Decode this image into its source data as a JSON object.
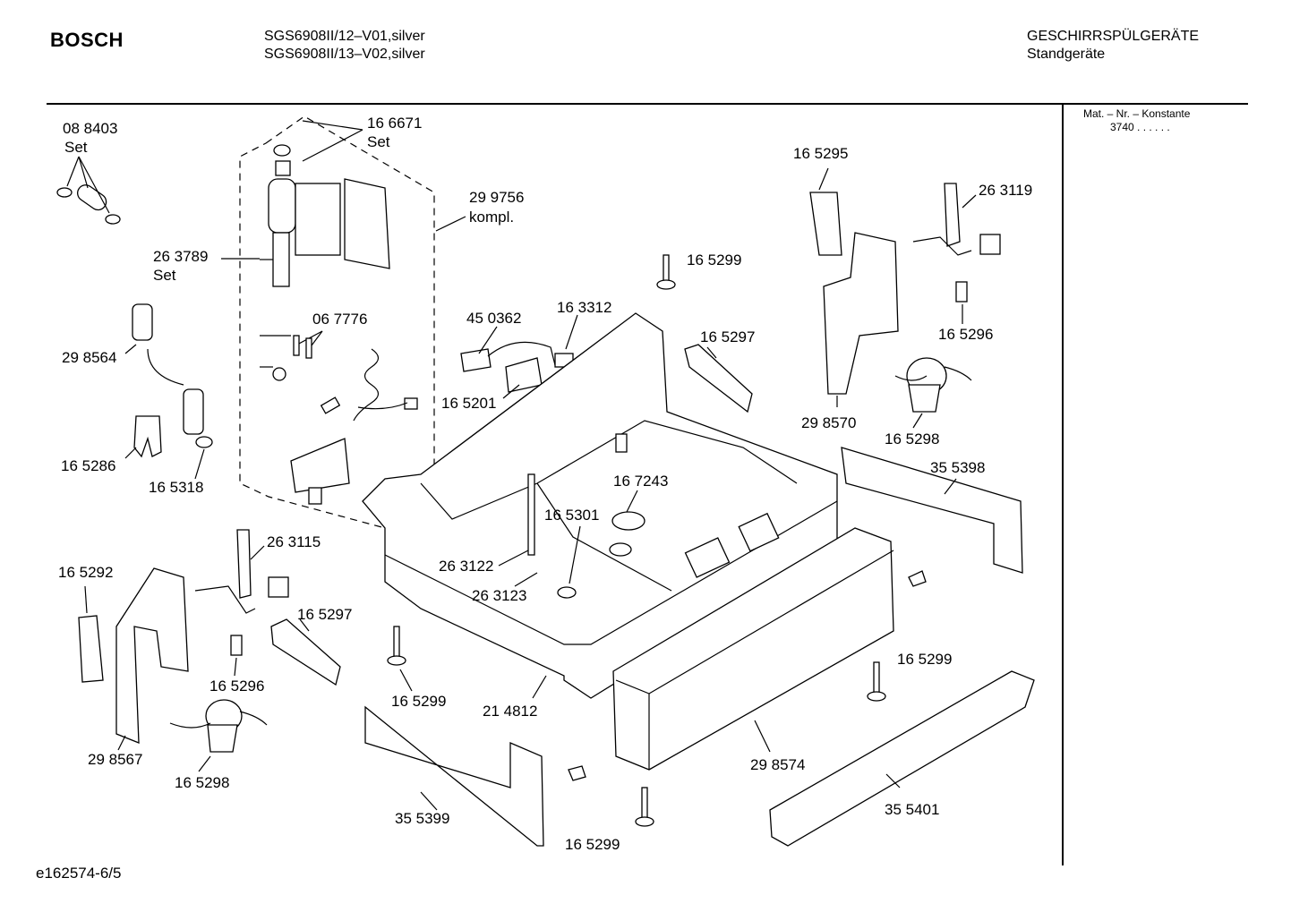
{
  "header": {
    "brand": "BOSCH",
    "model_line_1": "SGS6908II/12–V01,silver",
    "model_line_2": "SGS6908II/13–V02,silver",
    "category_line_1": "GESCHIRRSPÜLGERÄTE",
    "category_line_2": "Standgeräte"
  },
  "side_panel": {
    "title": "Mat. – Nr. – Konstante",
    "value": "3740  .  .  .  .  .  ."
  },
  "footer": {
    "doc_id": "e162574-6/5"
  },
  "labels": {
    "p088403": "08 8403",
    "set1": "Set",
    "p166671": "16 6671",
    "set2": "Set",
    "p299756": "29 9756",
    "kompl": "kompl.",
    "p263789": "26 3789",
    "set3": "Set",
    "p298564": "29 8564",
    "p067776": "06 7776",
    "p165286": "16 5286",
    "p165318": "16 5318",
    "p450362": "45 0362",
    "p163312": "16 3312",
    "p165201": "16 5201",
    "p165299a": "16 5299",
    "p165297a": "16 5297",
    "p165295": "16 5295",
    "p263119": "26 3119",
    "p165296a": "16 5296",
    "p298570": "29 8570",
    "p165298a": "16 5298",
    "p355398": "35 5398",
    "p167243": "16 7243",
    "p165301": "16 5301",
    "p263115": "26 3115",
    "p165292": "16 5292",
    "p263122": "26 3122",
    "p263123": "26 3123",
    "p165297b": "16 5297",
    "p165296b": "16 5296",
    "p298567": "29 8567",
    "p165298b": "16 5298",
    "p165299b": "16 5299",
    "p214812": "21 4812",
    "p165299c": "16 5299",
    "p298574": "29 8574",
    "p355399": "35 5399",
    "p165299d": "16 5299",
    "p355401": "35 5401"
  }
}
